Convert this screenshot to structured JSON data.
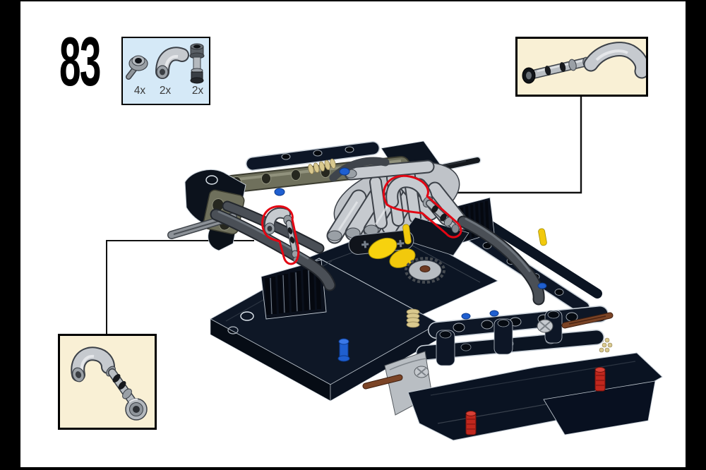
{
  "frame": {
    "page_background": "#ffffff",
    "letterbox_color": "#000000"
  },
  "step": {
    "number": "83"
  },
  "parts_box": {
    "background": "#d5e9f7",
    "border_color": "#000000",
    "parts": [
      {
        "icon": "towball-pin-icon",
        "qty": "4x",
        "color": "#9aa0a6"
      },
      {
        "icon": "elbow-tube-icon",
        "qty": "2x",
        "color": "#c6cacf"
      },
      {
        "icon": "exhaust-tip-pin-icon",
        "qty": "2x",
        "color": "#5a6066"
      }
    ]
  },
  "callouts": {
    "top_right": {
      "icon": "exhaust-pipe-subassembly-icon",
      "background": "#f9f0d5",
      "border_color": "#000000"
    },
    "bottom_left": {
      "icon": "exhaust-pipe-subassembly-icon",
      "background": "#f9f0d5",
      "border_color": "#000000"
    }
  },
  "colors": {
    "highlight_outline": "#e30613",
    "chassis_navy": "#0d1626",
    "engine_gray": "#c6cacf",
    "pipe_gray": "#4a4f56",
    "beam_olive": "#6f705c",
    "pin_blue": "#1f5fd0",
    "accent_yellow": "#f7d20e",
    "axle_brown": "#7b4426",
    "connector_red": "#c0271e",
    "panel_light_gray": "#b9bec3",
    "callout_line": "#111111"
  }
}
